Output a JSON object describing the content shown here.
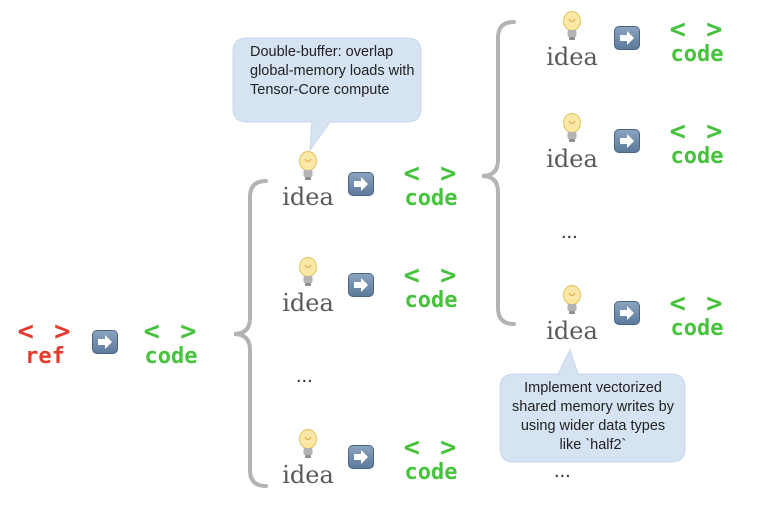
{
  "root": {
    "brackets": "< >",
    "label": "ref",
    "output_brackets": "< >",
    "output_label": "code"
  },
  "idea_label": "idea",
  "code_brackets": "< >",
  "code_label": "code",
  "ellipsis": "...",
  "callouts": {
    "top": "Double-buffer: overlap global-memory loads with Tensor-Core compute",
    "bottom": "Implement vectorized shared memory writes by using wider data types like `half2`"
  },
  "colors": {
    "code_green": "#46c23c",
    "ref_red": "#e53b2e",
    "callout_fill": "#d6e3f3",
    "brace": "#b3b3b3"
  }
}
